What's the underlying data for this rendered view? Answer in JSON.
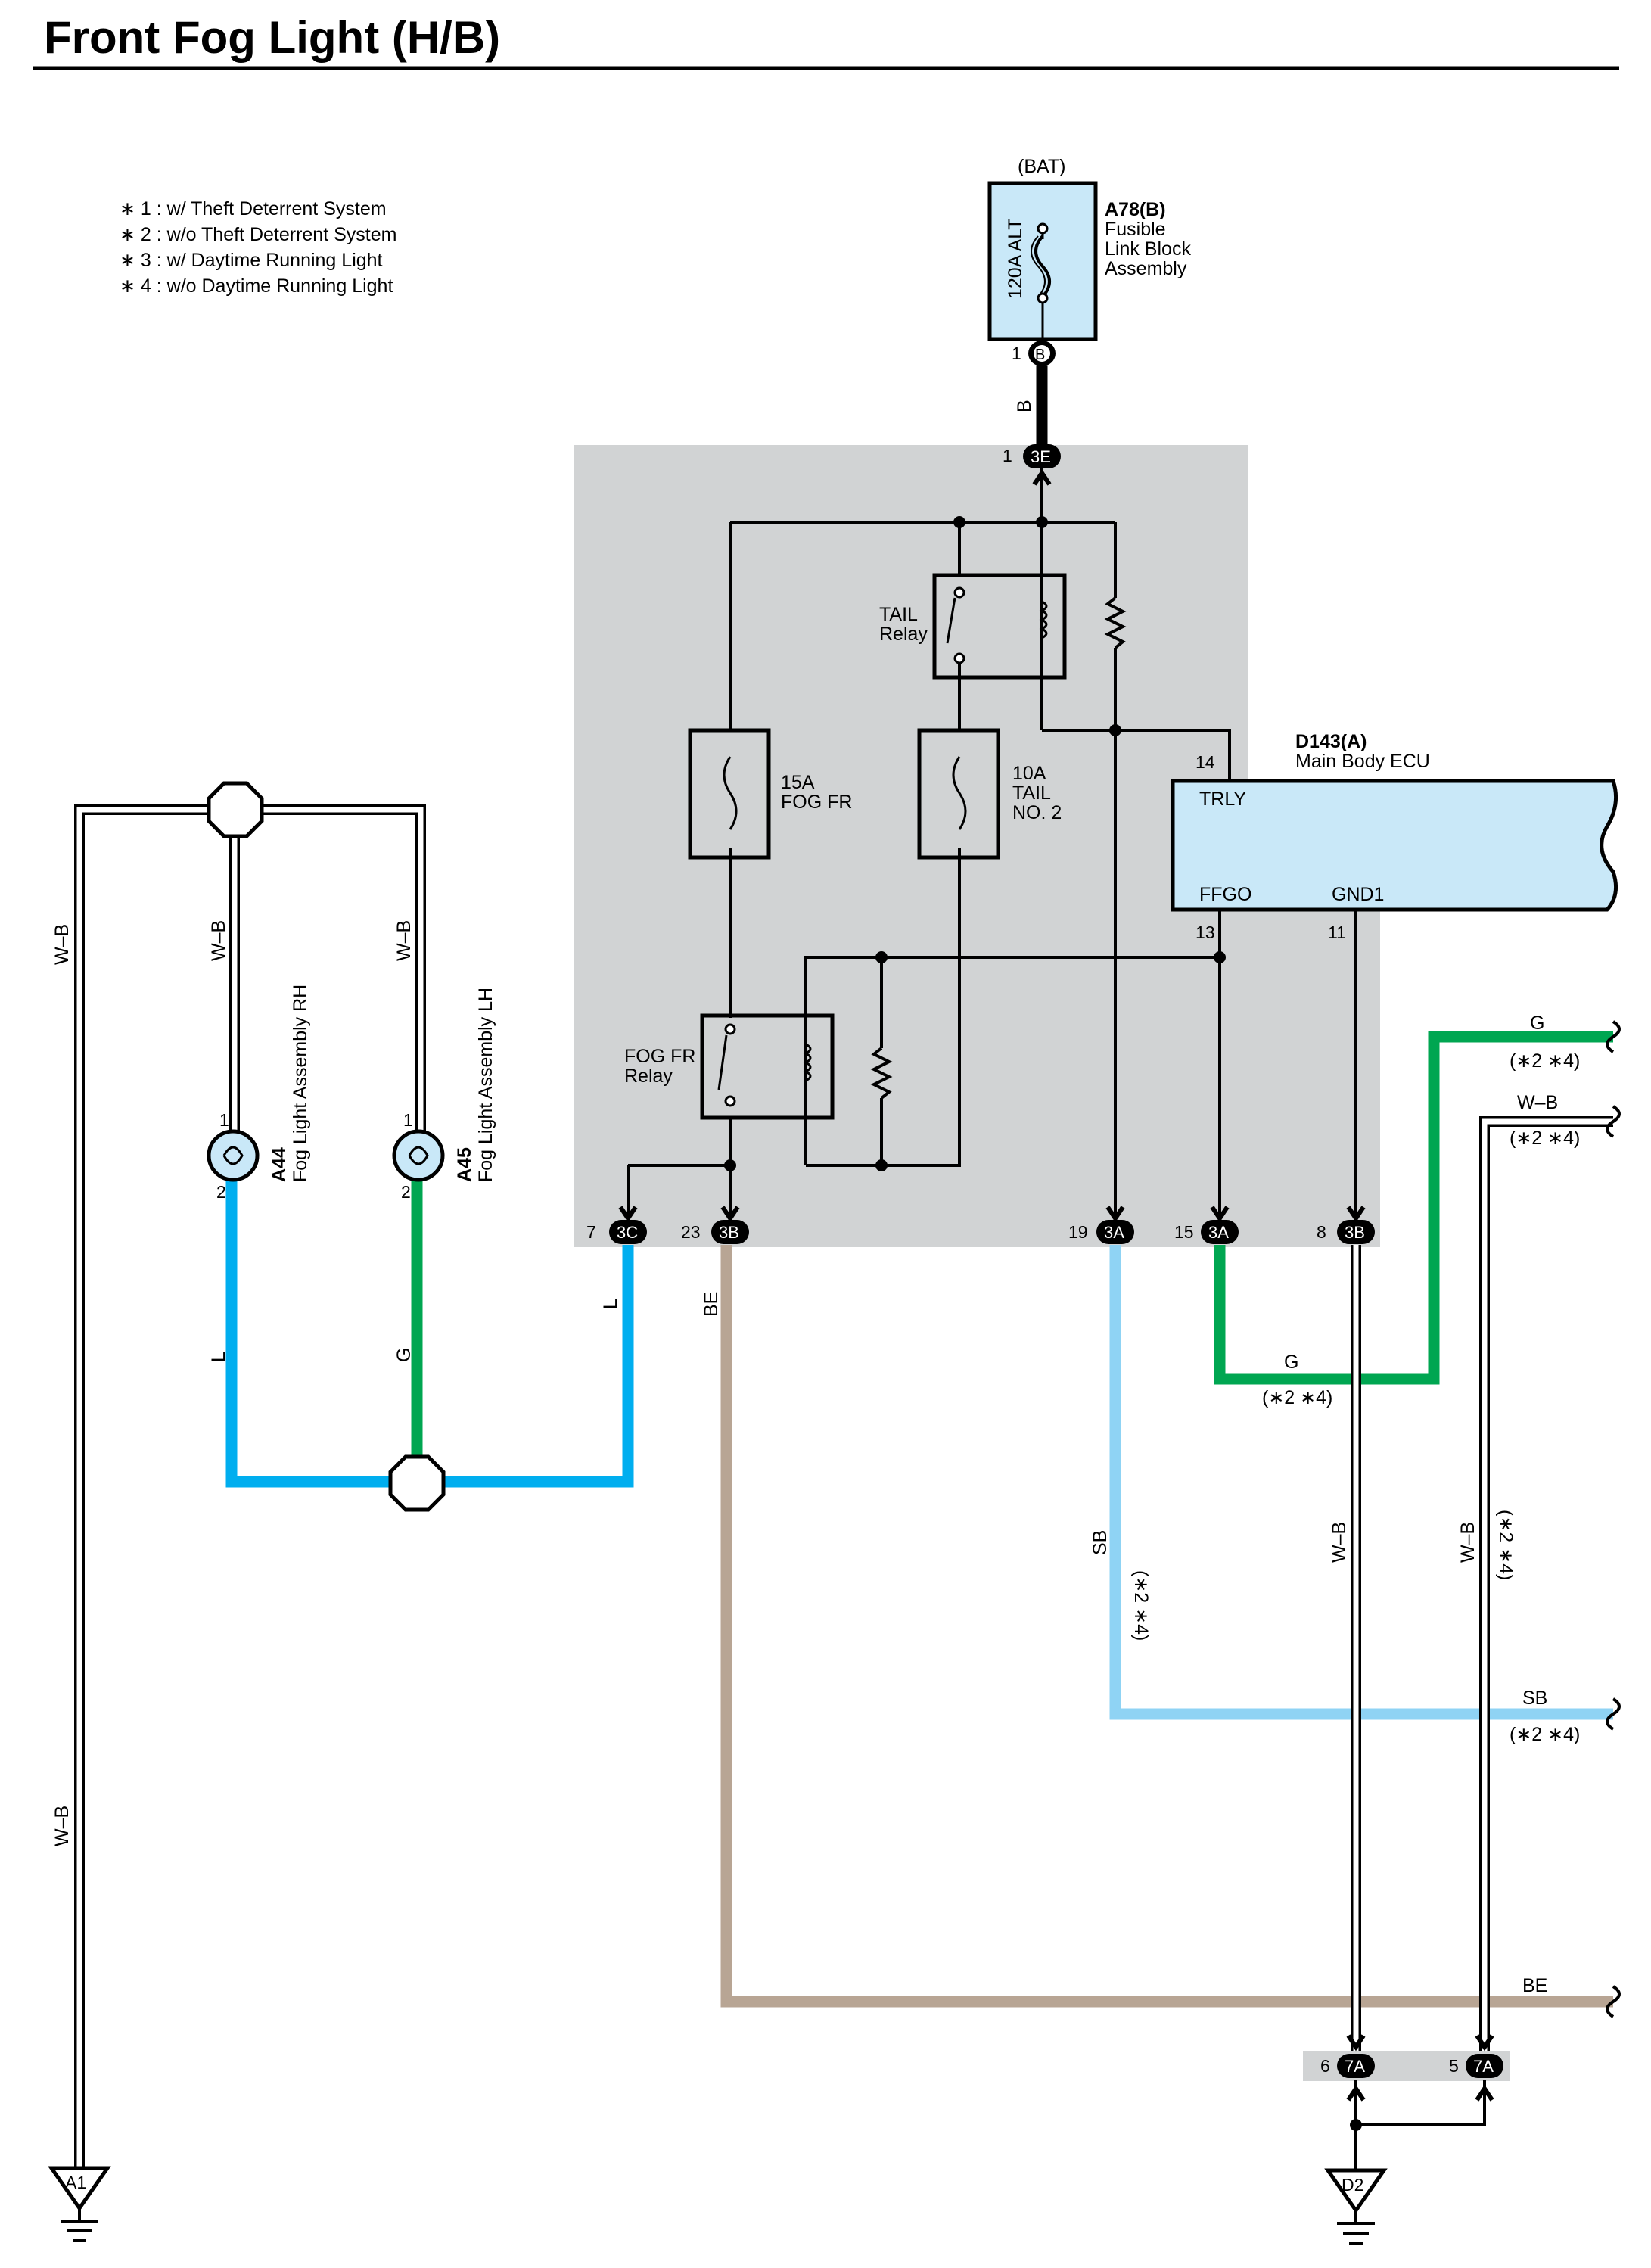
{
  "title": "Front Fog Light (H/B)",
  "notes": [
    "∗ 1 : w/ Theft Deterrent System",
    "∗ 2 : w/o Theft Deterrent System",
    "∗ 3 : w/ Daytime Running Light",
    "∗ 4 : w/o Daytime Running Light"
  ],
  "colors": {
    "L": "#00aeef",
    "G": "#00a651",
    "SB": "#8fd3f4",
    "BE": "#b8a594",
    "W-B": "#000000",
    "B": "#000000",
    "junction_block": "#d1d3d4",
    "component_fill": "#c9e8f8"
  },
  "fusible_link": {
    "supply": "(BAT)",
    "rating": "120A ALT",
    "code": "A78(B)",
    "name_line1": "Fusible",
    "name_line2": "Link Block",
    "name_line3": "Assembly",
    "pin": "1",
    "connector": "B",
    "wire": "B"
  },
  "junction": {
    "top_pin": "1",
    "top_connector": "3E",
    "tail_relay_line1": "TAIL",
    "tail_relay_line2": "Relay",
    "fuse_fog_line1": "15A",
    "fuse_fog_line2": "FOG FR",
    "fuse_tail_line1": "10A",
    "fuse_tail_line2": "TAIL",
    "fuse_tail_line3": "NO. 2",
    "fog_relay_line1": "FOG FR",
    "fog_relay_line2": "Relay",
    "bottom_connectors": [
      {
        "pin": "7",
        "connector": "3C"
      },
      {
        "pin": "23",
        "connector": "3B"
      },
      {
        "pin": "19",
        "connector": "3A"
      },
      {
        "pin": "15",
        "connector": "3A"
      },
      {
        "pin": "8",
        "connector": "3B"
      }
    ]
  },
  "ecu": {
    "code": "D143(A)",
    "name": "Main Body ECU",
    "pin_trly": "14",
    "label_trly": "TRLY",
    "label_ffgo": "FFGO",
    "label_gnd1": "GND1",
    "pin_ffgo": "13",
    "pin_gnd1": "11"
  },
  "fog_rh": {
    "code": "A44",
    "name": "Fog Light Assembly RH",
    "pin_top": "1",
    "pin_bottom": "2"
  },
  "fog_lh": {
    "code": "A45",
    "name": "Fog Light Assembly LH",
    "pin_top": "1",
    "pin_bottom": "2"
  },
  "wires": {
    "wb": "W–B",
    "l": "L",
    "g": "G",
    "be": "BE",
    "sb": "SB",
    "note24": "(∗2 ∗4)"
  },
  "bottom_connectors": [
    {
      "pin": "6",
      "connector": "7A"
    },
    {
      "pin": "5",
      "connector": "7A"
    }
  ],
  "grounds": {
    "left": "A1",
    "right": "D2"
  }
}
